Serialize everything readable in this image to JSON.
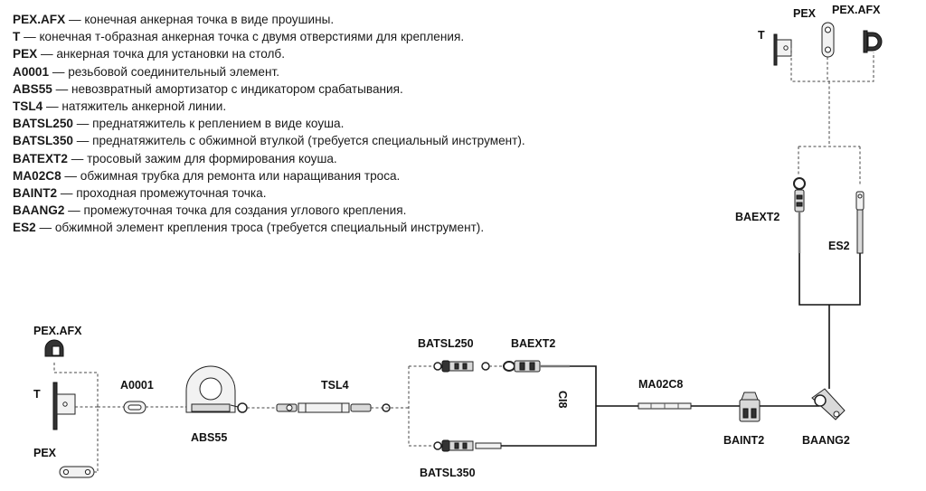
{
  "legend": [
    {
      "code": "PEX.AFX",
      "text": " — конечная анкерная точка в виде проушины."
    },
    {
      "code": "T",
      "text": " — конечная т-образная анкерная точка с двумя отверстиями для крепления."
    },
    {
      "code": "PEX",
      "text": " — анкерная точка для установки на столб."
    },
    {
      "code": "A0001",
      "text": " — резьбовой соединительный элемент."
    },
    {
      "code": "ABS55",
      "text": " — невозвратный амортизатор с индикатором срабатывания."
    },
    {
      "code": "TSL4",
      "text": " — натяжитель анкерной линии."
    },
    {
      "code": "BATSL250",
      "text": " — преднатяжитель к реплением в виде коуша."
    },
    {
      "code": "BATSL350",
      "text": " — преднатяжитель с обжимной втулкой (требуется специальный инструмент)."
    },
    {
      "code": "BATEXT2",
      "text": " — тросовый зажим для формирования коуша."
    },
    {
      "code": "MA02C8",
      "text": " — обжимная трубка для ремонта или наращивания троса."
    },
    {
      "code": "BAINT2",
      "text": " — проходная промежуточная точка."
    },
    {
      "code": "BAANG2",
      "text": " — промежуточная точка для создания углового крепления."
    },
    {
      "code": "ES2",
      "text": " — обжимной элемент крепления троса (требуется специальный инструмент)."
    }
  ],
  "labels": {
    "top_t": "T",
    "top_pex": "PEX",
    "top_pexafx": "PEX.AFX",
    "baext2_right": "BAEXT2",
    "es2": "ES2",
    "left_pexafx": "PEX.AFX",
    "left_t": "T",
    "left_pex": "PEX",
    "a0001": "A0001",
    "abs55": "ABS55",
    "tsl4": "TSL4",
    "batsl250": "BATSL250",
    "baext2_mid": "BAEXT2",
    "cable": "CI8",
    "ma02c8": "MA02C8",
    "baint2": "BAINT2",
    "baang2": "BAANG2",
    "batsl350": "BATSL350"
  }
}
